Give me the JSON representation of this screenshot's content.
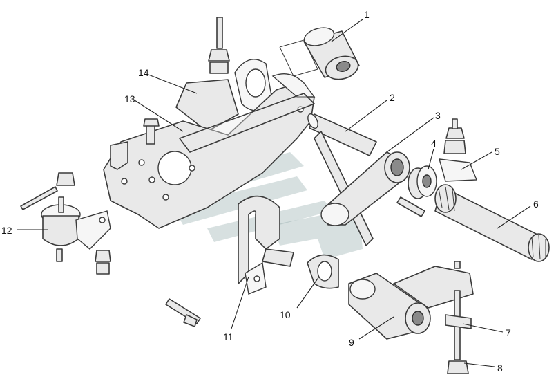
{
  "callouts": [
    {
      "id": "1",
      "label": "1"
    },
    {
      "id": "2",
      "label": "2"
    },
    {
      "id": "3",
      "label": "3"
    },
    {
      "id": "4",
      "label": "4"
    },
    {
      "id": "5",
      "label": "5"
    },
    {
      "id": "6",
      "label": "6"
    },
    {
      "id": "7",
      "label": "7"
    },
    {
      "id": "8",
      "label": "8"
    },
    {
      "id": "9",
      "label": "9"
    },
    {
      "id": "10",
      "label": "10"
    },
    {
      "id": "11",
      "label": "11"
    },
    {
      "id": "12",
      "label": "12"
    },
    {
      "id": "13",
      "label": "13"
    },
    {
      "id": "14",
      "label": "14"
    }
  ],
  "colors": {
    "line": "#3a3a3a",
    "fill": "#e9e9e9",
    "watermark": "#6e8f8f"
  }
}
